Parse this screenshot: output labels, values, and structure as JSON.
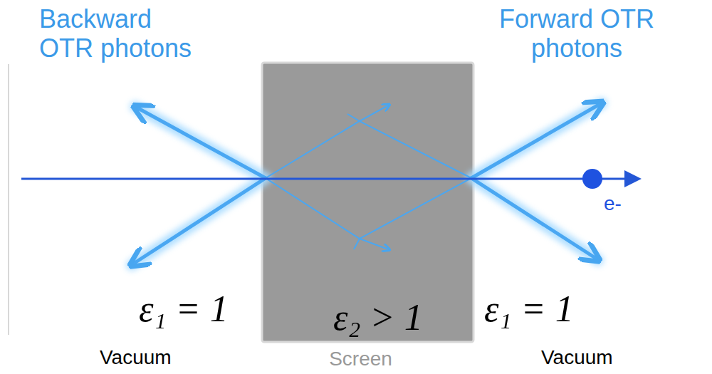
{
  "diagram": {
    "nodes": [
      {
        "text": [
          "ε₂ > 1",
          "Screen"
        ]
      }
    ],
    "labels": [
      "Backward OTR photons",
      "Forward OTR photons",
      "ε₁ = 1",
      "ε₁ = 1",
      "Vacuum",
      "Vacuum",
      "e-"
    ]
  }
}
